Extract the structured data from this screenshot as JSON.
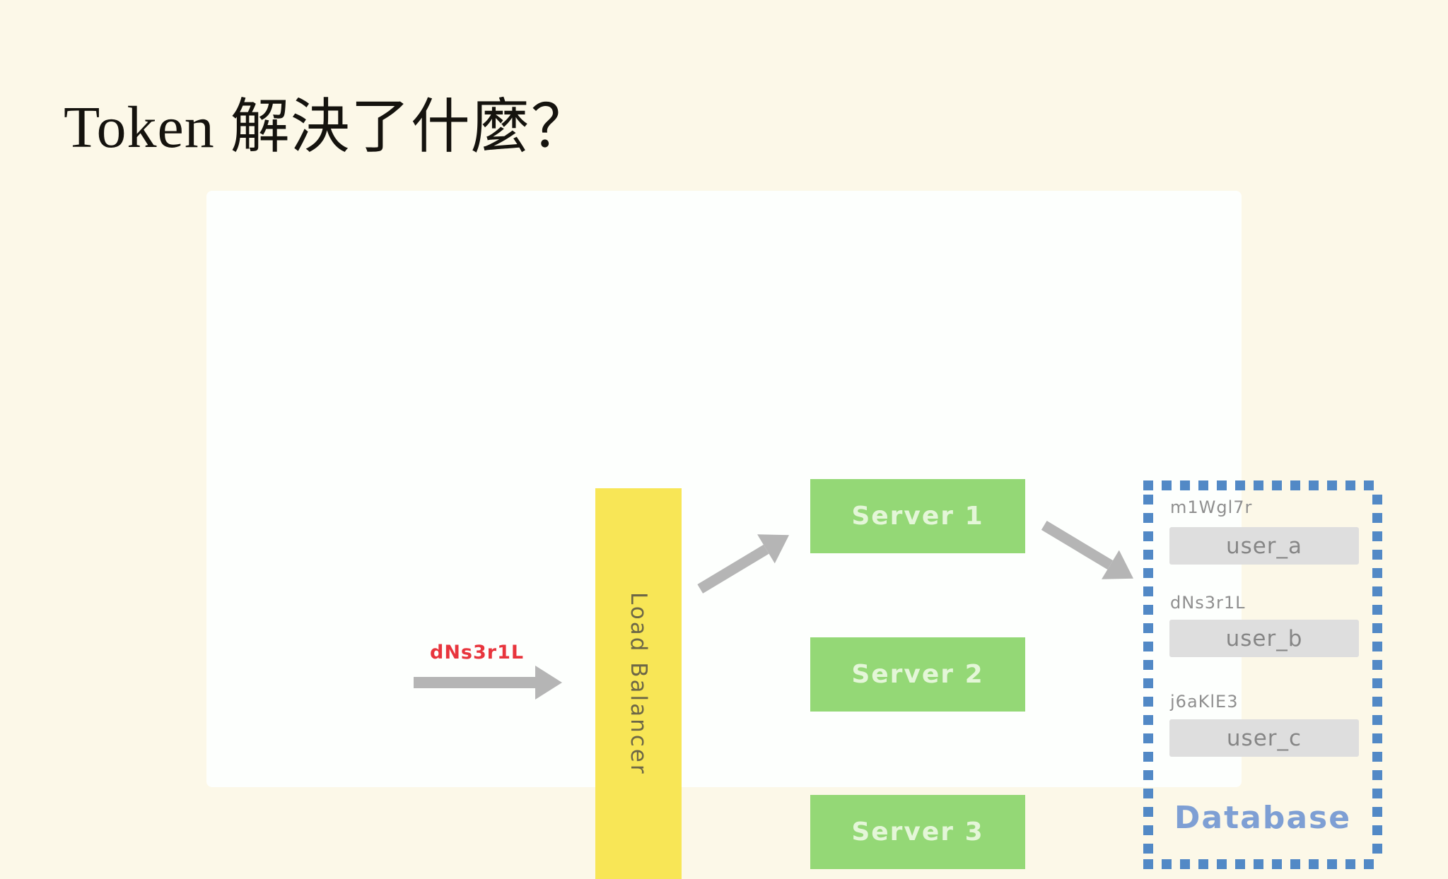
{
  "slide": {
    "title": "Token 解決了什麼？"
  },
  "diagram": {
    "incoming_token": {
      "label": "dNs3r1L",
      "color": "#e8353d"
    },
    "arrow_color": "#b5b5b5",
    "load_balancer": {
      "label": "Load Balancer",
      "fill": "#f8e656",
      "text_color": "#6d6746"
    },
    "servers": [
      {
        "label": "Server 1"
      },
      {
        "label": "Server 2"
      },
      {
        "label": "Server 3"
      }
    ],
    "server_fill": "#94d876",
    "database": {
      "label": "Database",
      "label_color": "#7e9fd4",
      "border_color": "#5289c6",
      "record_fill": "#dedede",
      "records": [
        {
          "token": "m1Wgl7r",
          "user": "user_a"
        },
        {
          "token": "dNs3r1L",
          "user": "user_b"
        },
        {
          "token": "j6aKlE3",
          "user": "user_c"
        }
      ]
    }
  }
}
